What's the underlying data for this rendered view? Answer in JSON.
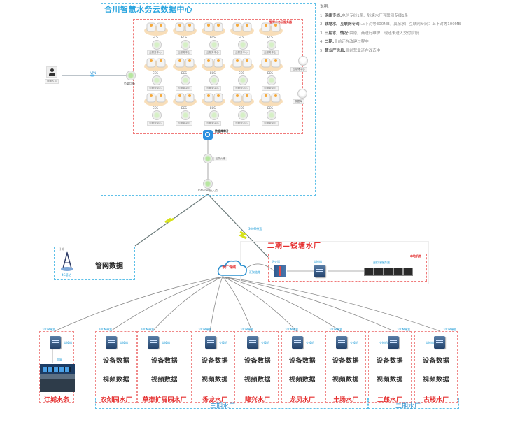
{
  "datacenter": {
    "title": "合川智慧水务云数据中心",
    "inner_label": "智慧水务云服务器",
    "ecs_label": "ECS",
    "cloud_host_label": "云服务中心",
    "side_nodes": [
      "云存储中心",
      "数据库"
    ],
    "gateway_label": "负载均衡",
    "user_label": "运维人员",
    "link_label": "VPN",
    "security_label": "数据库审计",
    "firewall_label": "云防火墙",
    "router_label": "Internet接入点"
  },
  "legend": {
    "heading": "说明:",
    "items": [
      {
        "num": "1.",
        "key": "网络专线:",
        "text": "电信专线1条、钱塘水厂互联网专线1条"
      },
      {
        "num": "2.",
        "key": "钱塘水厂互联网专网:",
        "text": "上下对等300MB，其余水厂互联网专网：上下对等100MB"
      },
      {
        "num": "3.",
        "key": "三期水厂情况:",
        "text": "由原厂商进行维护，现还未进入交付阶段"
      },
      {
        "num": "4.",
        "key": "二期:",
        "text": "目前还在改建过程中"
      },
      {
        "num": "5.",
        "key": "营业厅信息:",
        "text": "目前营业还在改造中"
      }
    ]
  },
  "pipe_network": {
    "title": "管网数据",
    "tower_label": "4G基站",
    "tower_top_label": "((·))"
  },
  "lte_link_label": "300M带宽",
  "cloud": {
    "label": "水厂专线",
    "branch_label": "汇聚链路"
  },
  "phase2_qiantang": {
    "title": "二期—钱塘水厂",
    "room_label": "本地机房",
    "firewall_label": "防火墙",
    "switch_label": "交换机",
    "server_label": "虚拟化服务器"
  },
  "plants": [
    {
      "name": "江城水务",
      "bandwidth": "100M带宽",
      "switch": "交换机",
      "screen": "大屏"
    },
    {
      "name": "农创园水厂",
      "bandwidth": "100M带宽",
      "switch": "交换机",
      "line1": "设备数据",
      "line2": "视频数据"
    },
    {
      "name": "草街扩展园水厂",
      "bandwidth": "100M带宽",
      "switch": "交换机",
      "line1": "设备数据",
      "line2": "视频数据"
    },
    {
      "name": "香龙水厂",
      "bandwidth": "100M带宽",
      "switch": "交换机",
      "line1": "设备数据",
      "line2": "视频数据"
    },
    {
      "name": "隆兴水厂",
      "bandwidth": "100M带宽",
      "switch": "交换机",
      "line1": "设备数据",
      "line2": "视频数据"
    },
    {
      "name": "龙凤水厂",
      "bandwidth": "100M带宽",
      "switch": "交换机",
      "line1": "设备数据",
      "line2": "视频数据"
    },
    {
      "name": "土场水厂",
      "bandwidth": "100M带宽",
      "switch": "交换机",
      "line1": "设备数据",
      "line2": "视频数据"
    },
    {
      "name": "二郎水厂",
      "bandwidth": "100M带宽",
      "switch": "交换机",
      "line1": "设备数据",
      "line2": "视频数据"
    },
    {
      "name": "古楼水厂",
      "bandwidth": "100M带宽",
      "switch": "交换机",
      "line1": "设备数据",
      "line2": "视频数据"
    }
  ],
  "groups": {
    "phase3": "三期水厂",
    "phase2": "二期水厂"
  },
  "colors": {
    "accent_blue": "#2aa5df",
    "accent_red": "#e53030",
    "lightning": "#d7e21a"
  }
}
